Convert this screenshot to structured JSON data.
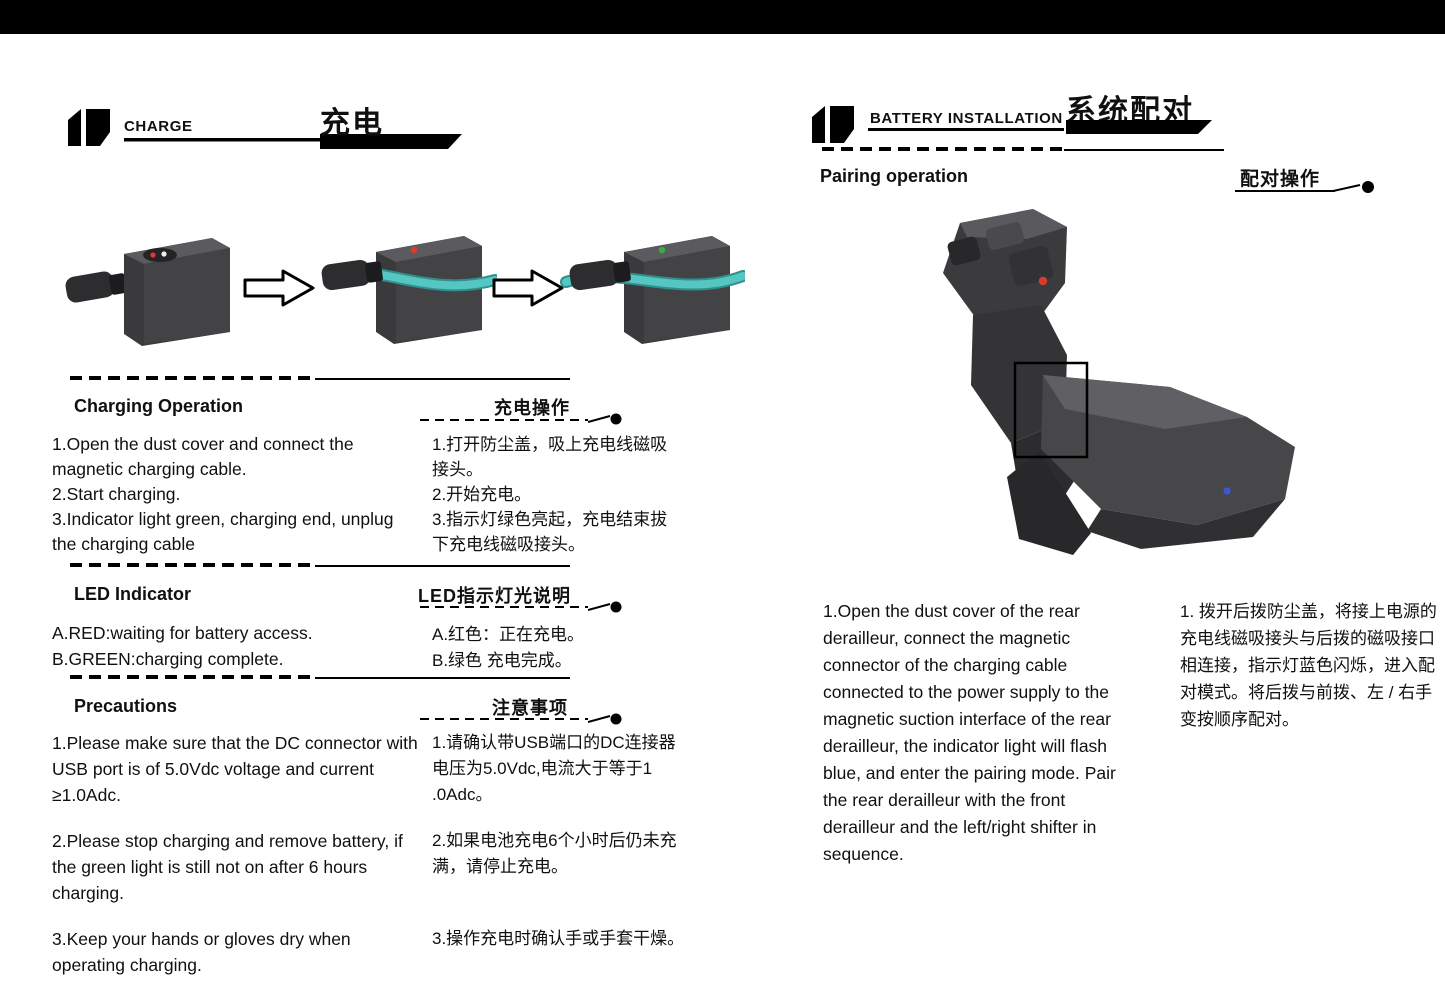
{
  "left": {
    "header": {
      "label": "CHARGE",
      "title": "充电"
    },
    "charging": {
      "title_en": "Charging Operation",
      "title_cn": "充电操作",
      "en": [
        "1.Open the dust cover and connect the magnetic charging cable.",
        "2.Start charging.",
        "3.Indicator light green, charging end, unplug the charging cable"
      ],
      "cn": [
        "1.打开防尘盖，吸上充电线磁吸接头。",
        "2.开始充电。",
        "3.指示灯绿色亮起，充电结束拔下充电线磁吸接头。"
      ]
    },
    "led": {
      "title_en": "LED Indicator",
      "title_cn": "LED指示灯光说明",
      "en": [
        "A.RED:waiting for battery access.",
        "B.GREEN:charging complete."
      ],
      "cn": [
        "A.红色：正在充电。",
        "B.绿色 充电完成。"
      ]
    },
    "precautions": {
      "title_en": "Precautions",
      "title_cn": "注意事项",
      "en": [
        "1.Please make sure that the DC connector with USB port is of 5.0Vdc voltage and current ≥1.0Adc.",
        "2.Please stop charging and remove battery, if the green light is still not on after 6 hours charging.",
        "3.Keep your hands or gloves dry when operating charging."
      ],
      "cn": [
        "1.请确认带USB端口的DC连接器电压为5.0Vdc,电流大于等于1 .0Adc。",
        "2.如果电池充电6个小时后仍未充满，请停止充电。",
        "3.操作充电时确认手或手套干燥。"
      ]
    }
  },
  "right": {
    "header": {
      "label": "BATTERY INSTALLATION",
      "title": "系统配对"
    },
    "pairing": {
      "title_en": "Pairing operation",
      "title_cn": "配对操作",
      "en": "1.Open the dust cover of the rear derailleur, connect the magnetic connector of the charging cable connected to the power supply to the magnetic suction interface of the rear derailleur, the indicator light will flash blue, and enter the pairing mode. Pair the rear derailleur with the front derailleur and the left/right  shifter in sequence.",
      "cn": "1. 拨开后拨防尘盖，将接上电源的充电线磁吸接头与后拨的磁吸接口相连接，指示灯蓝色闪烁，进入配对模式。将后拨与前拨、左 / 右手变按顺序配对。"
    }
  },
  "colors": {
    "cable_teal": "#56c6c2",
    "led_red": "#e0392b",
    "led_green": "#3faa3f",
    "led_blue": "#3a57d8"
  }
}
